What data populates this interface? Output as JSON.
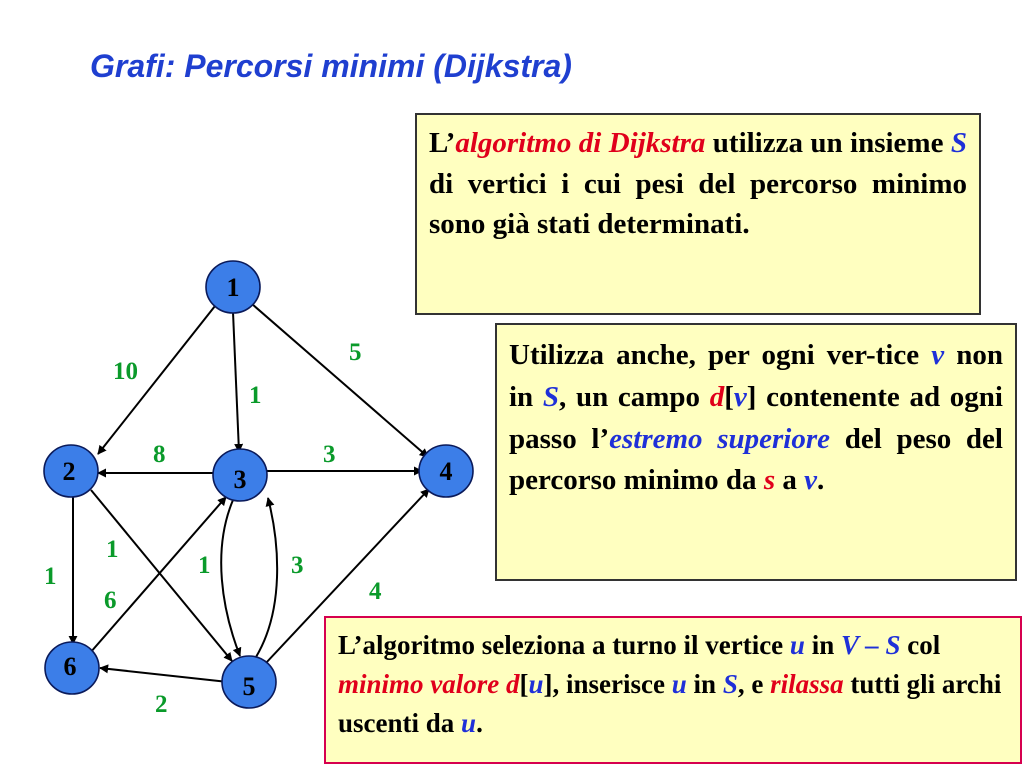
{
  "title": "Grafi: Percorsi minimi (Dijkstra)",
  "box1": {
    "t1": "L’",
    "t2": "algoritmo di Dijkstra",
    "t3": " utilizza un insieme ",
    "t4": "S",
    "t5": " di vertici i cui pesi del percorso minimo sono già stati determinati."
  },
  "box2": {
    "t1": "Utilizza anche, per ogni ver-tice ",
    "t2": "v",
    "t3": " non in ",
    "t4": "S",
    "t5": ", un campo ",
    "t6": "d",
    "t7": "[",
    "t8": "v",
    "t9": "] contenente ad ogni passo l’",
    "t10": "estremo superiore",
    "t11": " del peso del percorso minimo da ",
    "t12": "s",
    "t13": " a ",
    "t14": "v",
    "t15": "."
  },
  "box3": {
    "t1": "L’algoritmo seleziona a turno il vertice ",
    "t2": "u",
    "t3": " in ",
    "t4": "V – S",
    "t5": " col ",
    "t6": "minimo valore",
    "t7": " ",
    "t8": "d",
    "t9": "[",
    "t10": "u",
    "t11": "], inserisce ",
    "t12": "u",
    "t13": " in ",
    "t14": "S",
    "t15": ", e ",
    "t16": "rilassa",
    "t17": " tutti gli archi uscenti da ",
    "t18": "u",
    "t19": "."
  },
  "graph": {
    "nodes": [
      "1",
      "2",
      "3",
      "4",
      "5",
      "6"
    ],
    "edges": [
      {
        "from": "1",
        "to": "2",
        "weight": "10"
      },
      {
        "from": "1",
        "to": "3",
        "weight": "1"
      },
      {
        "from": "1",
        "to": "4",
        "weight": "5"
      },
      {
        "from": "3",
        "to": "2",
        "weight": "8"
      },
      {
        "from": "3",
        "to": "4",
        "weight": "3"
      },
      {
        "from": "2",
        "to": "6",
        "weight": "1"
      },
      {
        "from": "2",
        "to": "5",
        "weight": "1"
      },
      {
        "from": "6",
        "to": "3",
        "weight": "6"
      },
      {
        "from": "3",
        "to": "5",
        "weight": "1"
      },
      {
        "from": "5",
        "to": "3",
        "weight": "3"
      },
      {
        "from": "5",
        "to": "4",
        "weight": "4"
      },
      {
        "from": "5",
        "to": "6",
        "weight": "2"
      }
    ],
    "node_color": "#3c7ee8",
    "weight_color": "#0a9a2a"
  },
  "colors": {
    "title": "#1f3fd0",
    "red": "#e0001b",
    "blue": "#1f30d8",
    "box_fill": "#ffffc0",
    "box3_border": "#d6004f"
  }
}
